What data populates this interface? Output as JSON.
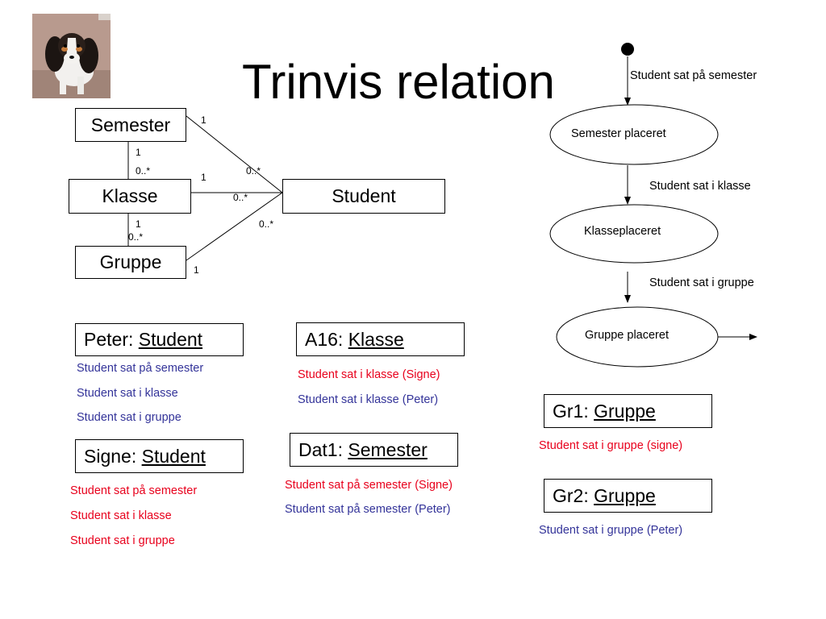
{
  "slide": {
    "title": "Trinvis relation"
  },
  "colors": {
    "red_note": "#e8001c",
    "blue_note": "#333399"
  },
  "photo": {
    "icon": "dog-photo-icon"
  },
  "class_diagram": {
    "classes": [
      "Semester",
      "Klasse",
      "Gruppe",
      "Student"
    ],
    "multiplicities": {
      "semester_student_at_semester": "1",
      "semester_student_at_student": "0..*",
      "semester_klasse_at_semester": "1",
      "semester_klasse_at_klasse": "0..*",
      "klasse_student_at_klasse": "1",
      "klasse_student_at_student": "0..*",
      "klasse_gruppe_at_klasse": "1",
      "klasse_gruppe_at_gruppe": "0..*",
      "gruppe_student_at_gruppe": "1",
      "gruppe_student_at_student": "0..*"
    }
  },
  "state_diagram": {
    "transitions": [
      "Student sat på semester",
      "Student sat i klasse",
      "Student sat i gruppe"
    ],
    "states": [
      "Semester placeret",
      "Klasseplaceret",
      "Gruppe placeret"
    ]
  },
  "objects": {
    "peter": {
      "name": "Peter: ",
      "type": "Student",
      "events": [
        "Student sat på semester",
        "Student sat i klasse",
        "Student sat i gruppe"
      ]
    },
    "signe": {
      "name": "Signe: ",
      "type": "Student",
      "events": [
        "Student sat på semester",
        "Student sat i klasse",
        "Student sat i gruppe"
      ]
    },
    "a16": {
      "name": "A16: ",
      "type": "Klasse",
      "events": [
        "Student sat i klasse (Signe)",
        "Student sat i klasse (Peter)"
      ]
    },
    "dat1": {
      "name": "Dat1: ",
      "type": "Semester",
      "events": [
        "Student sat på semester (Signe)",
        "Student sat på semester (Peter)"
      ]
    },
    "gr1": {
      "name": "Gr1: ",
      "type": "Gruppe",
      "events": [
        "Student sat i gruppe (signe)"
      ]
    },
    "gr2": {
      "name": "Gr2: ",
      "type": "Gruppe",
      "events": [
        "Student sat i gruppe (Peter)"
      ]
    }
  }
}
